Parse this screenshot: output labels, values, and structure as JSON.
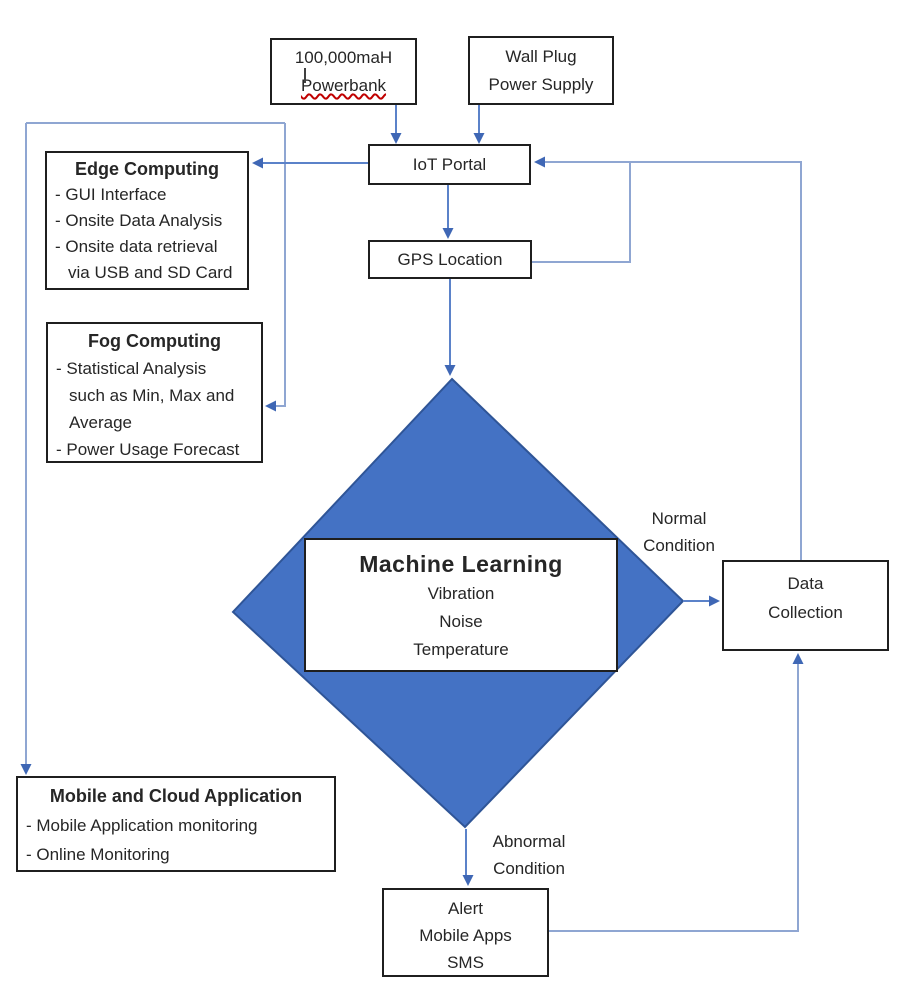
{
  "colors": {
    "connector": "#8fa6d2",
    "connector_strong": "#5b82c9",
    "arrow": "#3f67b5",
    "diamond_fill": "#4472c4",
    "diamond_stroke": "#2f5597",
    "squiggle": "#c00000"
  },
  "nodes": {
    "powerbank": {
      "lines": [
        "100,000maH",
        "Powerbank"
      ]
    },
    "wall_plug": {
      "lines": [
        "Wall Plug",
        "Power Supply"
      ]
    },
    "iot_portal": {
      "label": "IoT Portal"
    },
    "gps_location": {
      "label": "GPS Location"
    },
    "edge_computing": {
      "title": "Edge Computing",
      "items": [
        "- GUI Interface",
        "- Onsite Data Analysis",
        "- Onsite data retrieval",
        "via USB and SD Card"
      ]
    },
    "fog_computing": {
      "title": "Fog Computing",
      "items": [
        "- Statistical Analysis",
        "such as Min, Max and",
        "Average",
        "- Power Usage Forecast"
      ]
    },
    "machine_learning": {
      "title": "Machine Learning",
      "items": [
        "Vibration",
        "Noise",
        "Temperature"
      ]
    },
    "data_collection": {
      "lines": [
        "Data",
        "Collection"
      ]
    },
    "mobile_cloud": {
      "title": "Mobile and Cloud Application",
      "items": [
        "- Mobile Application monitoring",
        "- Online Monitoring"
      ]
    },
    "alert": {
      "lines": [
        "Alert",
        "Mobile Apps",
        "SMS"
      ]
    }
  },
  "labels": {
    "normal": {
      "lines": [
        "Normal",
        "Condition"
      ]
    },
    "abnormal": {
      "lines": [
        "Abnormal",
        "Condition"
      ]
    }
  }
}
